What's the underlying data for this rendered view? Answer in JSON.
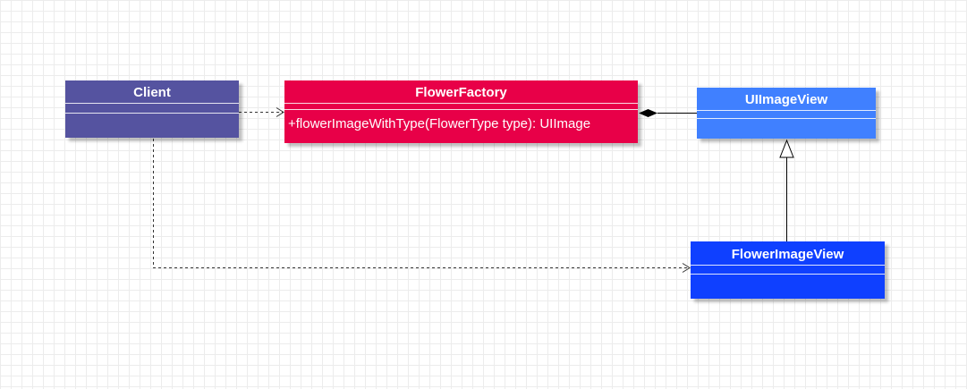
{
  "diagram": {
    "classes": {
      "client": {
        "name": "Client",
        "color": "#5553a0"
      },
      "flower_factory": {
        "name": "FlowerFactory",
        "color": "#e80048",
        "methods": [
          "+flowerImageWithType(FlowerType type): UIImage"
        ]
      },
      "ui_image_view": {
        "name": "UIImageView",
        "color": "#4080ff"
      },
      "flower_image_view": {
        "name": "FlowerImageView",
        "color": "#0f40ff"
      }
    },
    "relationships": [
      {
        "type": "dependency",
        "from": "Client",
        "to": "FlowerFactory"
      },
      {
        "type": "dependency",
        "from": "Client",
        "to": "FlowerImageView"
      },
      {
        "type": "composition",
        "whole": "FlowerFactory",
        "part": "UIImageView"
      },
      {
        "type": "generalization",
        "from": "FlowerImageView",
        "to": "UIImageView"
      }
    ]
  }
}
